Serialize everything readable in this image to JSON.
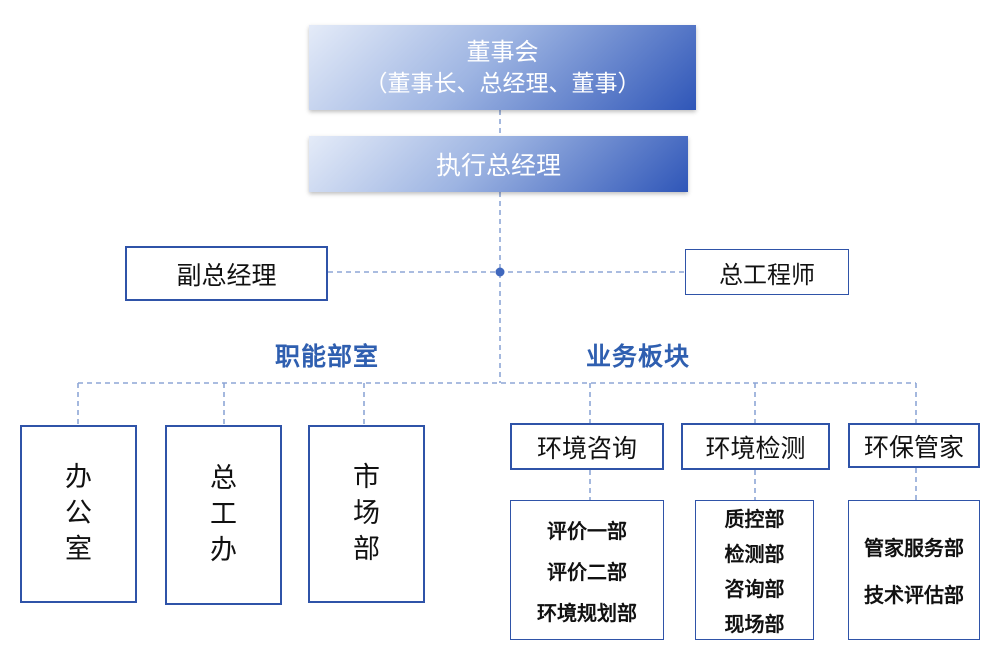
{
  "board": {
    "title": "董事会",
    "subtitle": "（董事长、总经理、董事）"
  },
  "ceo": {
    "label": "执行总经理"
  },
  "vice_gm": {
    "label": "副总经理"
  },
  "chief_engineer": {
    "label": "总工程师"
  },
  "functional": {
    "heading": "职能部室",
    "departments": [
      {
        "label": "办公室"
      },
      {
        "label": "总工办"
      },
      {
        "label": "市场部"
      }
    ]
  },
  "business": {
    "heading": "业务板块",
    "units": [
      {
        "label": "环境咨询",
        "subs": [
          "评价一部",
          "评价二部",
          "环境规划部"
        ]
      },
      {
        "label": "环境检测",
        "subs": [
          "质控部",
          "检测部",
          "咨询部",
          "现场部"
        ]
      },
      {
        "label": "环保管家",
        "subs": [
          "管家服务部",
          "技术评估部"
        ]
      }
    ]
  },
  "colors": {
    "primary": "#2f53a8",
    "label": "#2f5fb0",
    "line": "#8da6d6"
  }
}
